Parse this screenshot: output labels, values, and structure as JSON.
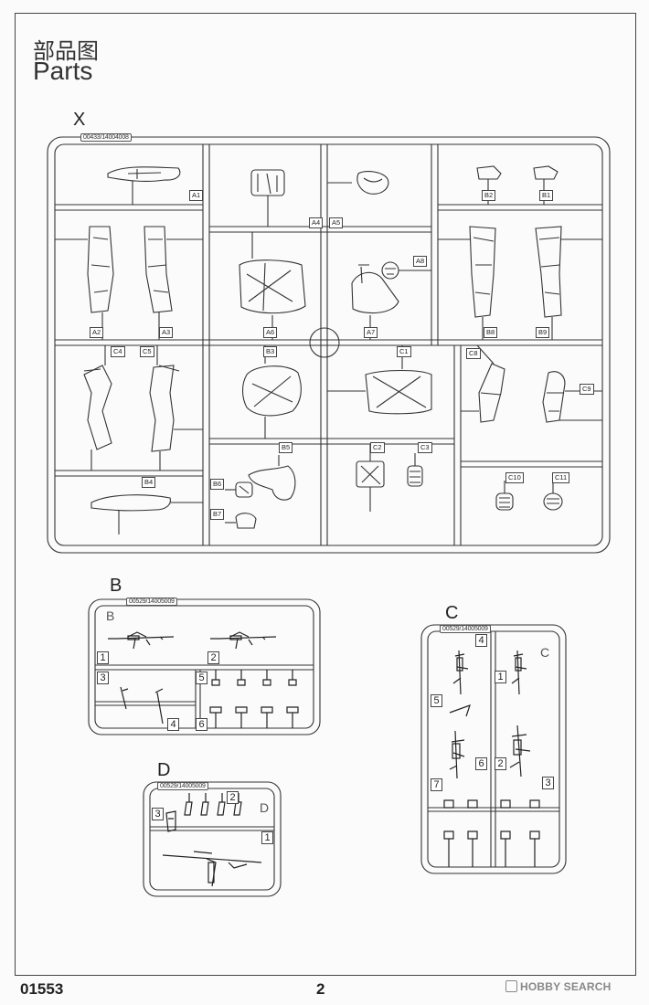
{
  "header": {
    "title_cn": "部品图",
    "title_en": "Parts"
  },
  "sprues": {
    "X": {
      "letter": "X",
      "code": "00433/14004008",
      "tags": {
        "A1": "A1",
        "A2": "A2",
        "A3": "A3",
        "A4": "A4",
        "A5": "A5",
        "A6": "A6",
        "A7": "A7",
        "A8": "A8",
        "B1": "B1",
        "B2": "B2",
        "B3": "B3",
        "B4": "B4",
        "B5": "B5",
        "B6": "B6",
        "B7": "B7",
        "B8": "B8",
        "B9": "B9",
        "C1": "C1",
        "C2": "C2",
        "C3": "C3",
        "C4": "C4",
        "C5": "C5",
        "C8": "C8",
        "C9": "C9",
        "C10": "C10",
        "C11": "C11"
      }
    },
    "B": {
      "letter": "B",
      "code": "00529/14005009",
      "frame_letter": "B",
      "nums": [
        "1",
        "2",
        "3",
        "4",
        "5",
        "6"
      ]
    },
    "C": {
      "letter": "C",
      "code": "00529/14005009",
      "frame_letter": "C",
      "nums": [
        "1",
        "2",
        "3",
        "4",
        "5",
        "6",
        "7"
      ]
    },
    "D": {
      "letter": "D",
      "code": "00529/14005009",
      "frame_letter": "D",
      "nums": [
        "1",
        "2",
        "3"
      ]
    }
  },
  "footer": {
    "product_code": "01553",
    "page_number": "2",
    "watermark": "HOBBY SEARCH"
  }
}
